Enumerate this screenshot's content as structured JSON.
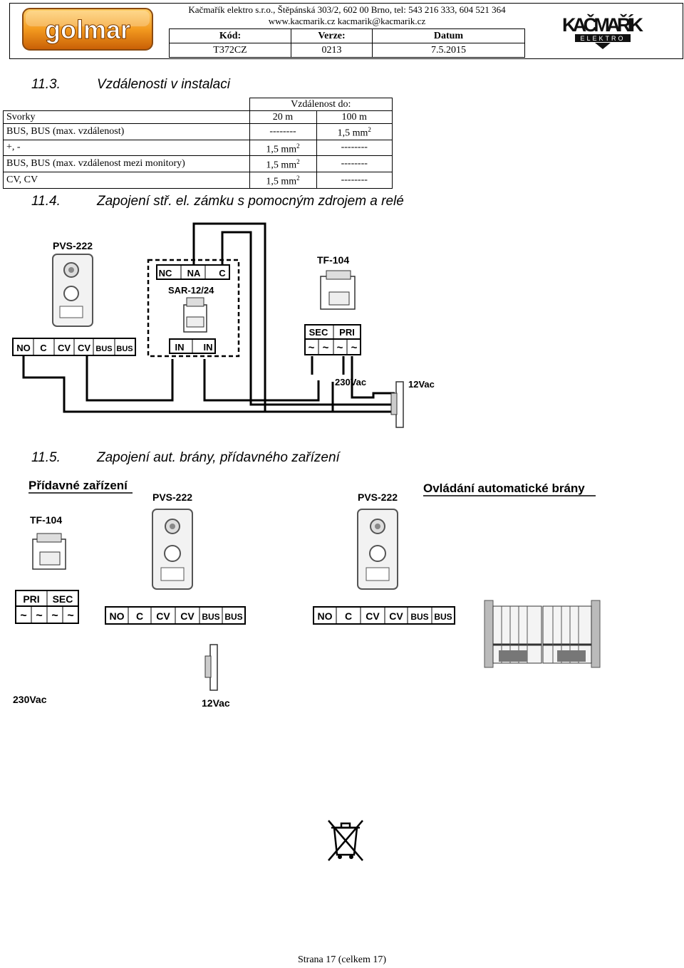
{
  "header": {
    "company_line": "Kačmařík elektro s.r.o., Štěpánská 303/2, 602 00  Brno, tel: 543 216 333, 604 521 364",
    "web_line": "www.kacmarik.cz    kacmarik@kacmarik.cz",
    "labels": {
      "code": "Kód:",
      "version": "Verze:",
      "date": "Datum"
    },
    "values": {
      "code": "T372CZ",
      "version": "0213",
      "date": "7.5.2015"
    },
    "logo_left": "golmar",
    "logo_right": "KAČMAŘÍK",
    "logo_right_sub": "ELEKTRO"
  },
  "section_11_3": {
    "number": "11.3.",
    "title": "Vzdálenosti v instalaci",
    "table": {
      "header": "Vzdálenost do:",
      "rows": [
        {
          "label": "Svorky",
          "a": "20 m",
          "b": "100 m"
        },
        {
          "label": "BUS, BUS (max. vzdálenost)",
          "a": "--------",
          "b": "1,5 mm",
          "b_sup": "2"
        },
        {
          "label": "+, -",
          "a": "1,5 mm",
          "a_sup": "2",
          "b": "--------"
        },
        {
          "label": "BUS, BUS (max. vzdálenost mezi monitory)",
          "a": "1,5 mm",
          "a_sup": "2",
          "b": "--------"
        },
        {
          "label": "CV, CV",
          "a": "1,5 mm",
          "a_sup": "2",
          "b": "--------"
        }
      ]
    }
  },
  "section_11_4": {
    "number": "11.4.",
    "title": "Zapojení stř. el. zámku s pomocným zdrojem a relé",
    "diagram": {
      "pvs": "PVS-222",
      "sar": "SAR-12/24",
      "tf": "TF-104",
      "relay_terms": [
        "NC",
        "NA",
        "C"
      ],
      "in_terms": [
        "IN",
        "IN"
      ],
      "pvs_terms": [
        "NO",
        "C",
        "CV",
        "CV",
        "BUS",
        "BUS"
      ],
      "tf_labels": [
        "SEC",
        "PRI"
      ],
      "tilde": "~",
      "v230": "230Vac",
      "v12": "12Vac"
    }
  },
  "section_11_5": {
    "number": "11.5.",
    "title": "Zapojení aut. brány, přídavného zařízení",
    "diagram": {
      "aux_title": "Přídavné zařízení",
      "gate_title": "Ovládání automatické brány",
      "tf": "TF-104",
      "pvs": "PVS-222",
      "tf_labels": [
        "PRI",
        "SEC"
      ],
      "tilde": "~",
      "pvs_terms": [
        "NO",
        "C",
        "CV",
        "CV",
        "BUS",
        "BUS"
      ],
      "v230": "230Vac",
      "v12": "12Vac"
    }
  },
  "footer": "Strana 17 (celkem 17)"
}
